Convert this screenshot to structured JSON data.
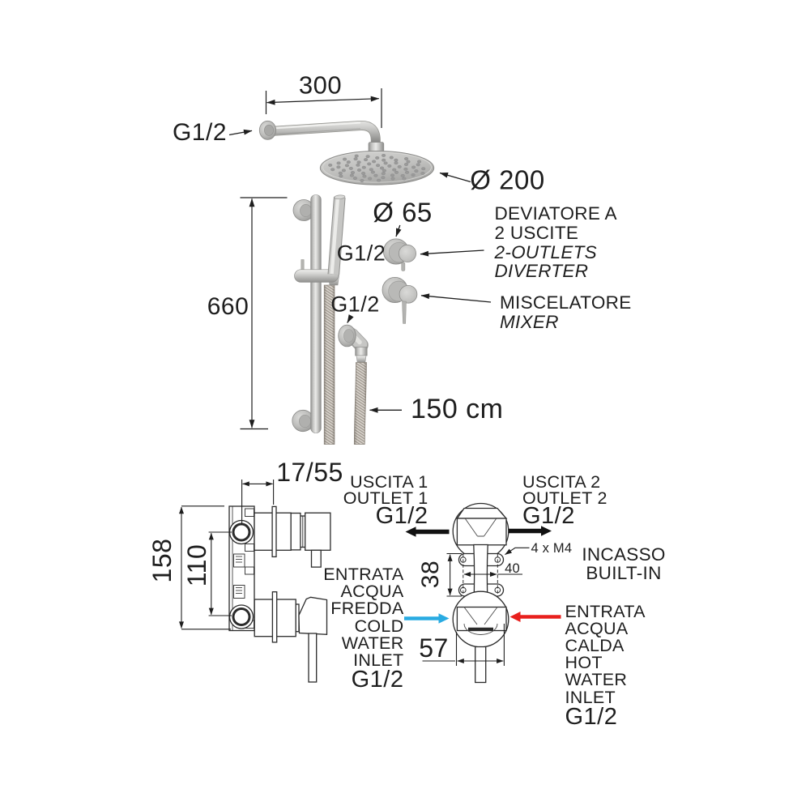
{
  "shower": {
    "arm_length": "300",
    "arm_thread": "G1/2",
    "head_diameter": "Ø 200",
    "rail_height": "660",
    "diverter_diameter": "Ø 65",
    "diverter_thread": "G1/2",
    "outlet_thread": "G1/2",
    "hose_length": "150 cm",
    "diverter_label": {
      "line1": "DEVIATORE A",
      "line2": "2 USCITE",
      "line3": "2-OUTLETS",
      "line4": "DIVERTER"
    },
    "mixer_label": {
      "line1": "MISCELATORE",
      "line2": "MIXER"
    }
  },
  "valve": {
    "depth": "17/55",
    "height": "158",
    "axis_spacing": "110",
    "lug_spacing": "38",
    "hole_spacing": "40",
    "body_width": "57",
    "screws": "4 x M4",
    "outlet1": {
      "line1": "USCITA 1",
      "line2": "OUTLET 1",
      "thread": "G1/2"
    },
    "outlet2": {
      "line1": "USCITA 2",
      "line2": "OUTLET 2",
      "thread": "G1/2"
    },
    "mounting": {
      "line1": "INCASSO",
      "line2": "BUILT-IN"
    },
    "cold_inlet": {
      "line1": "ENTRATA",
      "line2": "ACQUA",
      "line3": "FREDDA",
      "line4": "COLD",
      "line5": "WATER",
      "line6": "INLET",
      "thread": "G1/2"
    },
    "hot_inlet": {
      "line1": "ENTRATA",
      "line2": "ACQUA",
      "line3": "CALDA",
      "line4": "HOT",
      "line5": "WATER",
      "line6": "INLET",
      "thread": "G1/2"
    }
  },
  "colors": {
    "cold_arrow": "#29abe2",
    "hot_arrow": "#e8201d",
    "ink": "#1e1e1e"
  }
}
